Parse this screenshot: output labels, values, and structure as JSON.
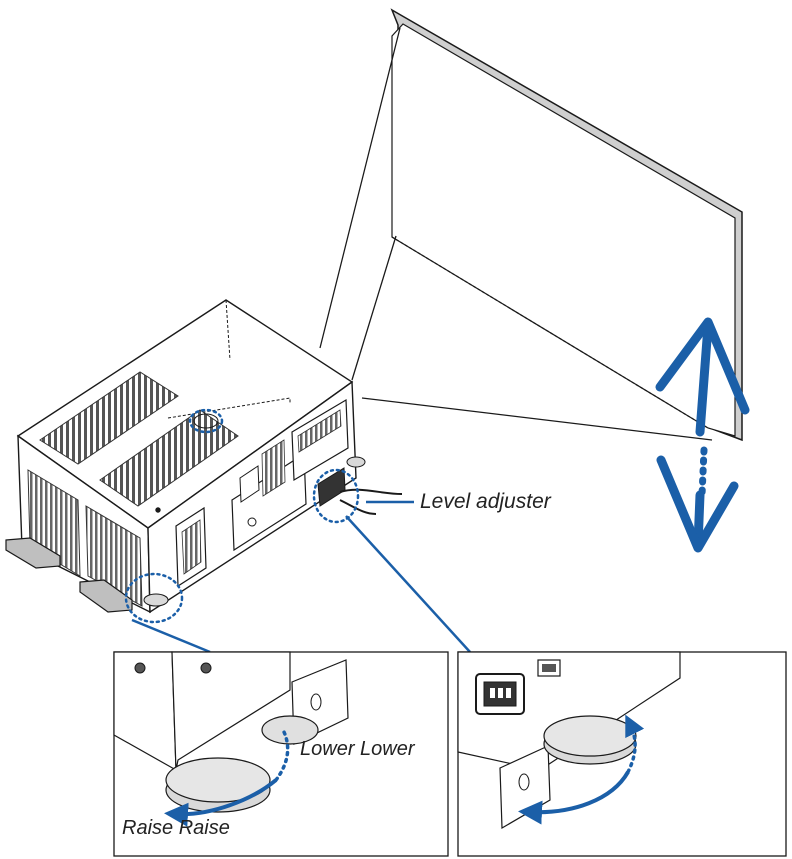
{
  "labels": {
    "level_adjuster": "Level adjuster",
    "lower": "Lower Lower",
    "raise": "Raise Raise"
  },
  "colors": {
    "arrow_blue": "#1b5fa8",
    "outline": "#1a1a1a",
    "screen_edge": "#b8b8b8",
    "foot_gray": "#d9d9d9"
  },
  "icons": {
    "movement_arrow": "double-arrow-up-down-icon",
    "rotation_arrow": "curved-arrow-icon",
    "zoom_circle": "dotted-circle-icon"
  }
}
